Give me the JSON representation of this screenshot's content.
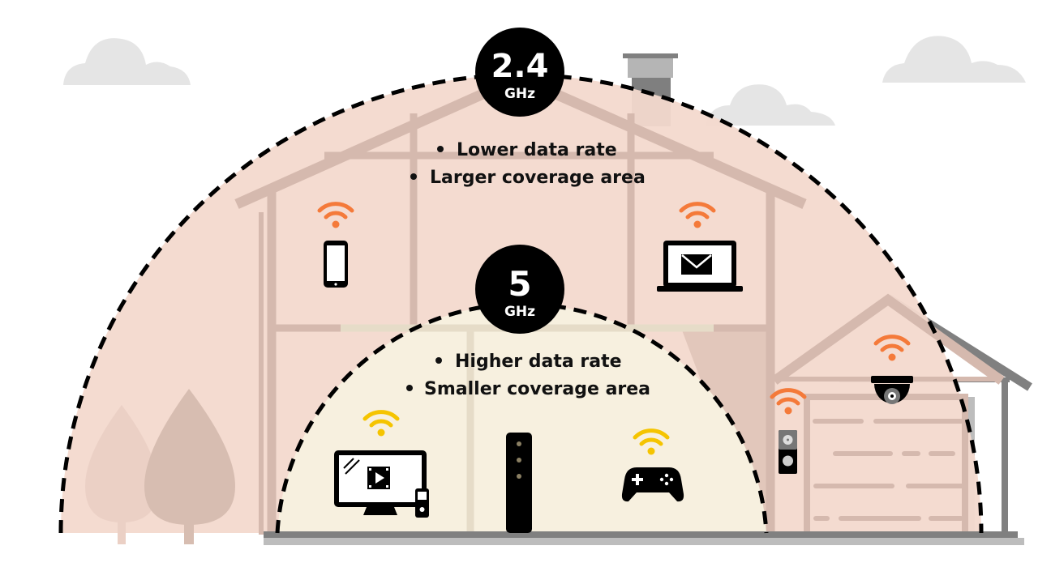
{
  "band_24": {
    "number": "2.4",
    "unit": "GHz",
    "bullets": [
      "Lower data rate",
      "Larger coverage area"
    ]
  },
  "band_5": {
    "number": "5",
    "unit": "GHz",
    "bullets": [
      "Higher data rate",
      "Smaller coverage area"
    ]
  },
  "colors": {
    "outer_zone": "#f3d9cd",
    "inner_zone": "#f7f0df",
    "house_lines": "#d5b9ae",
    "wifi_24": "#f47a3a",
    "wifi_5": "#f5c400",
    "structure_gray": "#808080"
  },
  "devices_24": [
    "smartphone-icon",
    "laptop-mail-icon",
    "doorbell-camera-icon",
    "security-camera-icon"
  ],
  "devices_5": [
    "smart-tv-icon",
    "router-icon",
    "game-controller-icon"
  ]
}
